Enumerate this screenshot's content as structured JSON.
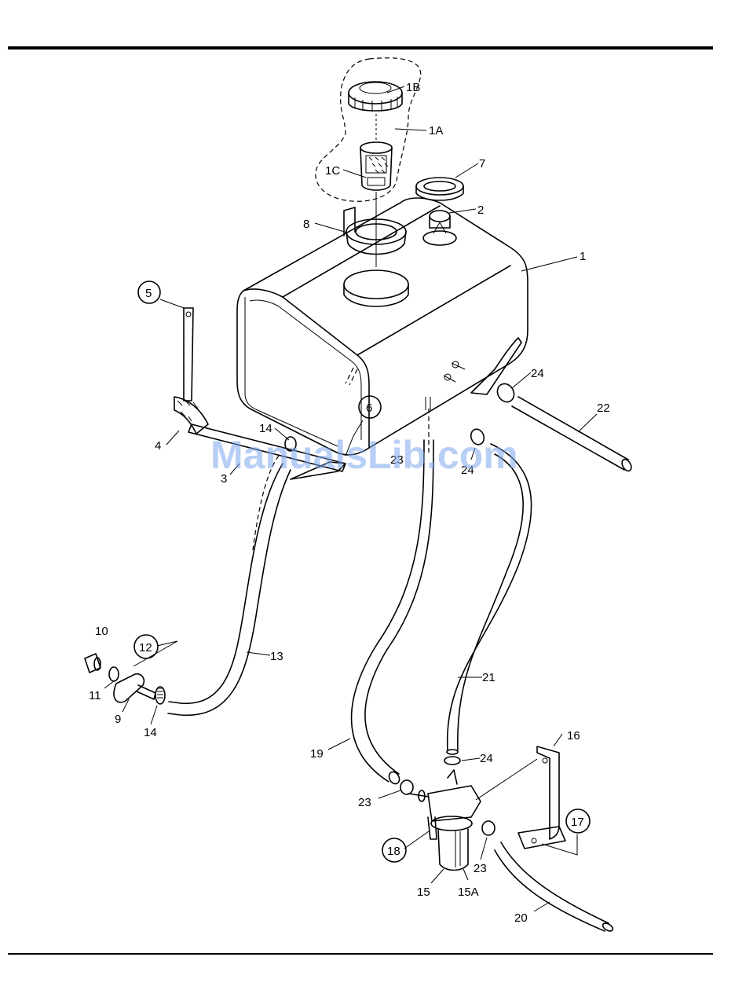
{
  "watermark": "ManualsLib.com",
  "callouts": [
    {
      "id": "c1B",
      "text": "1B",
      "circled": false
    },
    {
      "id": "c1A",
      "text": "1A",
      "circled": false
    },
    {
      "id": "c1C",
      "text": "1C",
      "circled": false
    },
    {
      "id": "c7",
      "text": "7",
      "circled": false
    },
    {
      "id": "c2",
      "text": "2",
      "circled": false
    },
    {
      "id": "c8",
      "text": "8",
      "circled": false
    },
    {
      "id": "c1",
      "text": "1",
      "circled": false
    },
    {
      "id": "c5",
      "text": "5",
      "circled": true
    },
    {
      "id": "c24a",
      "text": "24",
      "circled": false
    },
    {
      "id": "c22",
      "text": "22",
      "circled": false
    },
    {
      "id": "c6",
      "text": "6",
      "circled": true
    },
    {
      "id": "c4",
      "text": "4",
      "circled": false
    },
    {
      "id": "c14a",
      "text": "14",
      "circled": false
    },
    {
      "id": "c3",
      "text": "3",
      "circled": false
    },
    {
      "id": "c23a",
      "text": "23",
      "circled": false
    },
    {
      "id": "c24b",
      "text": "24",
      "circled": false
    },
    {
      "id": "c10",
      "text": "10",
      "circled": false
    },
    {
      "id": "c12",
      "text": "12",
      "circled": true
    },
    {
      "id": "c13",
      "text": "13",
      "circled": false
    },
    {
      "id": "c11",
      "text": "11",
      "circled": false
    },
    {
      "id": "c9",
      "text": "9",
      "circled": false
    },
    {
      "id": "c14b",
      "text": "14",
      "circled": false
    },
    {
      "id": "c21",
      "text": "21",
      "circled": false
    },
    {
      "id": "c16",
      "text": "16",
      "circled": false
    },
    {
      "id": "c19",
      "text": "19",
      "circled": false
    },
    {
      "id": "c24c",
      "text": "24",
      "circled": false
    },
    {
      "id": "c23b",
      "text": "23",
      "circled": false
    },
    {
      "id": "c17",
      "text": "17",
      "circled": true
    },
    {
      "id": "c18",
      "text": "18",
      "circled": true
    },
    {
      "id": "c23c",
      "text": "23",
      "circled": false
    },
    {
      "id": "c15",
      "text": "15",
      "circled": false
    },
    {
      "id": "c15A",
      "text": "15A",
      "circled": false
    },
    {
      "id": "c20",
      "text": "20",
      "circled": false
    }
  ]
}
